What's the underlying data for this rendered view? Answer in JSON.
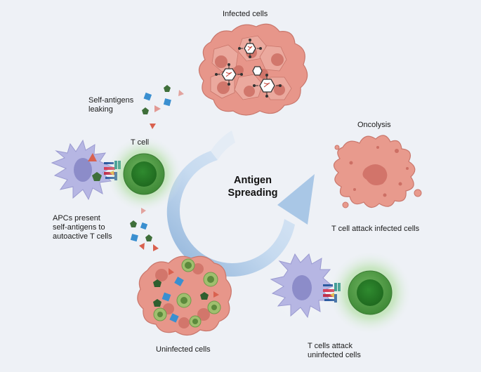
{
  "labels": {
    "infected_cells": "Infected cells",
    "self_antigens_line1": "Self-antigens",
    "self_antigens_line2": "leaking",
    "t_cell": "T cell",
    "antigen_line1": "Antigen",
    "antigen_line2": "Spreading",
    "oncolysis": "Oncolysis",
    "t_cell_attack_infected": "T cell attack infected cells",
    "apcs_line1": "APCs present",
    "apcs_line2": "self-antigens to",
    "apcs_line3": "autoactive T cells",
    "uninfected_cells": "Uninfected cells",
    "t_cells_attack_uninfected_line1": "T cells attack",
    "t_cells_attack_uninfected_line2": "uninfected cells"
  },
  "colors": {
    "background": "#eef1f6",
    "tumor_cell": "#e89a8d",
    "tumor_nucleus": "#d2746a",
    "t_cell": "#4f9c45",
    "t_cell_glow": "#8fd07c",
    "apc": "#b6b6e3",
    "apc_nucleus": "#8c8cc9",
    "arrow": "#a8c6e6",
    "antigen_blue": "#3a8fd0",
    "antigen_green": "#3f6f3a",
    "antigen_red": "#d9614f"
  }
}
